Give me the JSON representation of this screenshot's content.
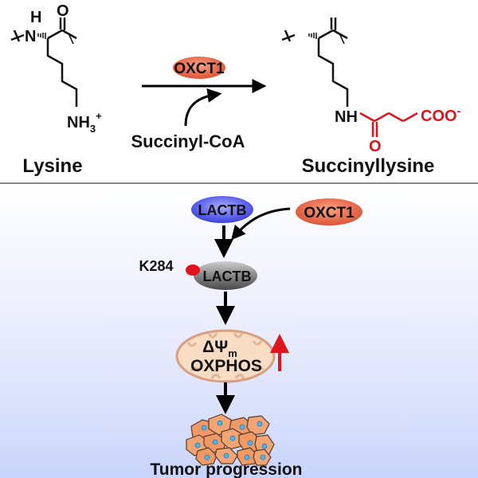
{
  "reaction": {
    "substrate_label": "Lysine",
    "product_label": "Succinyllysine",
    "enzyme": "OXCT1",
    "cofactor": "Succinyl-CoA",
    "atoms": {
      "h": "H",
      "n": "N",
      "o": "O",
      "nh3": "NH",
      "nh3_sub": "3",
      "nh3_sup": "+",
      "nh": "NH",
      "o_red": "O",
      "coo": "COO",
      "coo_sup": "-"
    }
  },
  "pathway": {
    "lactb_top": "LACTB",
    "oxct1": "OXCT1",
    "site_label": "K284",
    "lactb_modified": "LACTB",
    "mito_line1": "ΔΨ",
    "mito_line1_sub": "m",
    "mito_line2": "OXPHOS",
    "outcome": "Tumor progression"
  },
  "colors": {
    "highlight_red": "#e0141c",
    "oxct1_fill": "#e8734f",
    "lactb_blue": "#5d63e8",
    "lactb_gray": "#6e6e6e",
    "mito_fill": "#f6d4b8",
    "cell_fill": "#ef9a66",
    "nucleus": "#4fb3e8"
  }
}
